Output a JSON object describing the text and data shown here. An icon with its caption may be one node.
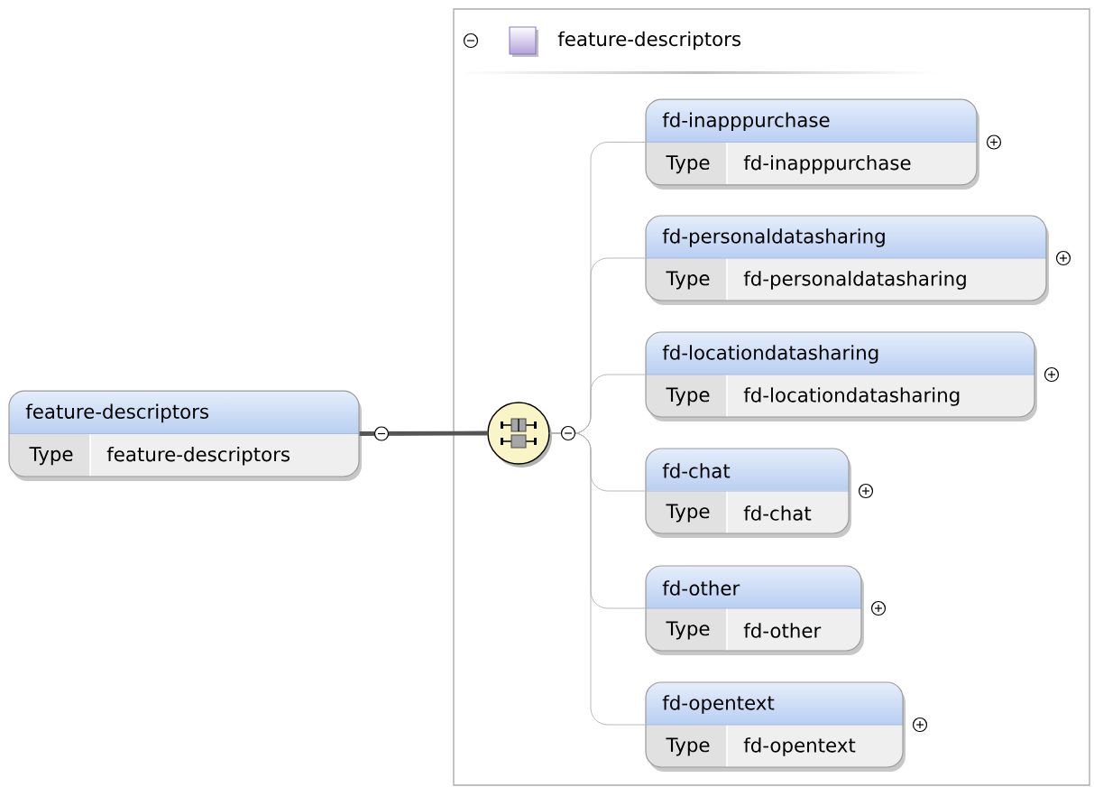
{
  "diagram": {
    "nodes": [
      {
        "text": [
          "feature-descriptors",
          "Type",
          "feature-descriptors"
        ]
      },
      {
        "text": [
          "feature-descriptors"
        ]
      },
      {
        "text": [],
        "shape": "circle",
        "in": 1
      },
      {
        "text": [
          "fd-inapppurchase",
          "Type",
          "fd-inapppurchase"
        ],
        "in": 1
      },
      {
        "text": [
          "fd-personaldatasharing",
          "Type",
          "fd-personaldatasharing"
        ],
        "in": 1
      },
      {
        "text": [
          "fd-locationdatasharing",
          "Type",
          "fd-locationdatasharing"
        ],
        "in": 1
      },
      {
        "text": [
          "fd-chat",
          "Type",
          "fd-chat"
        ],
        "in": 1
      },
      {
        "text": [
          "fd-other",
          "Type",
          "fd-other"
        ],
        "in": 1
      },
      {
        "text": [
          "fd-opentext",
          "Type",
          "fd-opentext"
        ],
        "in": 1
      }
    ],
    "edges": [
      {
        "from": 0,
        "to": 2,
        "arrow": "none",
        "style": "thick",
        "color": "#555555"
      },
      {
        "from": 2,
        "to": 3,
        "arrow": "none"
      },
      {
        "from": 2,
        "to": 4,
        "arrow": "none"
      },
      {
        "from": 2,
        "to": 5,
        "arrow": "none"
      },
      {
        "from": 2,
        "to": 6,
        "arrow": "none"
      },
      {
        "from": 2,
        "to": 7,
        "arrow": "none"
      },
      {
        "from": 2,
        "to": 8,
        "arrow": "none"
      }
    ]
  }
}
